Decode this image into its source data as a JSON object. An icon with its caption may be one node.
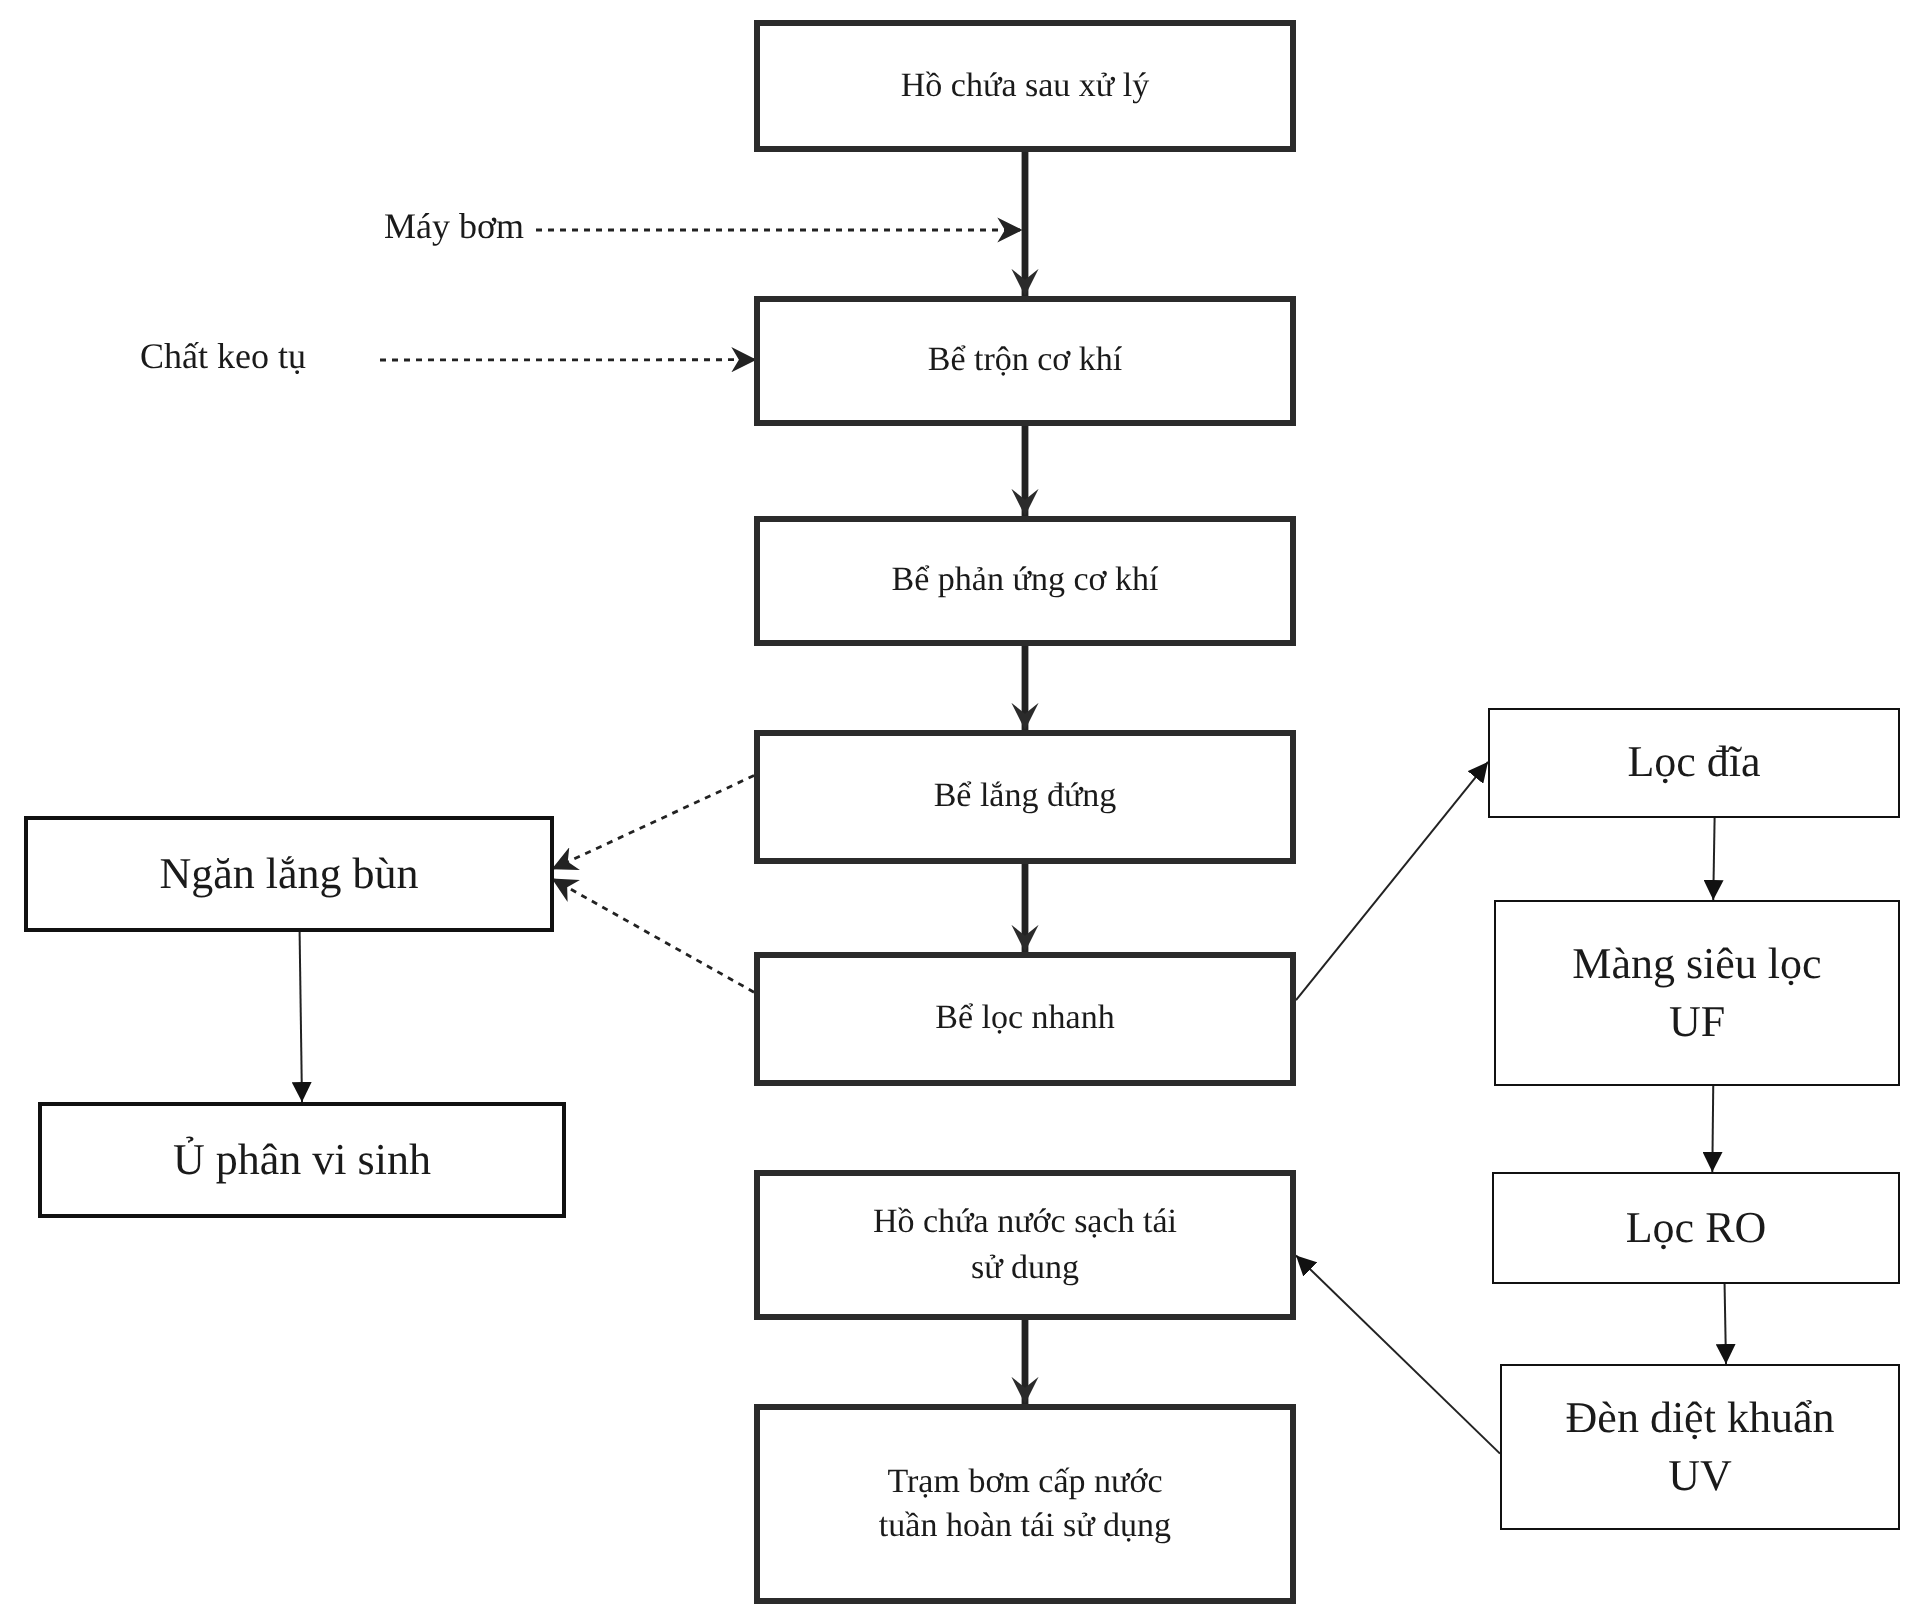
{
  "diagram": {
    "nodes": [
      {
        "text": [
          "Hồ chứa sau xử lý"
        ]
      },
      {
        "text": [
          "Bể trộn cơ khí"
        ]
      },
      {
        "text": [
          "Bể phản ứng cơ khí"
        ]
      },
      {
        "text": [
          "Bể lắng đứng"
        ]
      },
      {
        "text": [
          "Bể lọc nhanh"
        ]
      },
      {
        "text": [
          "Ngăn lắng bùn"
        ]
      },
      {
        "text": [
          "Ủ phân vi sinh"
        ]
      },
      {
        "text": [
          "Hồ chứa nước sạch tái sử dung"
        ]
      },
      {
        "text": [
          "Trạm bơm cấp nước tuần hoàn tái sử dụng"
        ]
      },
      {
        "text": [
          "Lọc đĩa"
        ]
      },
      {
        "text": [
          "Màng siêu lọc UF"
        ]
      },
      {
        "text": [
          "Lọc RO"
        ]
      },
      {
        "text": [
          "Đèn diệt khuẩn UV"
        ]
      },
      {
        "text": [
          "Máy bơm"
        ]
      },
      {
        "text": [
          "Chất keo tụ"
        ]
      }
    ],
    "edges": [
      {
        "from": 0,
        "to": 1,
        "arrow": "to",
        "style": "thick"
      },
      {
        "from": 13,
        "to": null,
        "arrow": "to",
        "style": "dashed"
      },
      {
        "from": 14,
        "to": 1,
        "arrow": "to",
        "style": "dashed"
      },
      {
        "from": 1,
        "to": 2,
        "arrow": "to",
        "style": "thick"
      },
      {
        "from": 2,
        "to": 3,
        "arrow": "to",
        "style": "thick"
      },
      {
        "from": 3,
        "to": 4,
        "arrow": "to",
        "style": "thick"
      },
      {
        "from": 3,
        "to": 5,
        "arrow": "to",
        "style": "dashed"
      },
      {
        "from": 4,
        "to": 5,
        "arrow": "to",
        "style": "dashed"
      },
      {
        "from": 5,
        "to": 6,
        "arrow": "to"
      },
      {
        "from": 4,
        "to": 9,
        "arrow": "to"
      },
      {
        "from": 9,
        "to": 10,
        "arrow": "to"
      },
      {
        "from": 10,
        "to": 11,
        "arrow": "to"
      },
      {
        "from": 11,
        "to": 12,
        "arrow": "to"
      },
      {
        "from": 12,
        "to": 7,
        "arrow": "to"
      },
      {
        "from": 7,
        "to": 8,
        "arrow": "to",
        "style": "thick"
      }
    ]
  }
}
